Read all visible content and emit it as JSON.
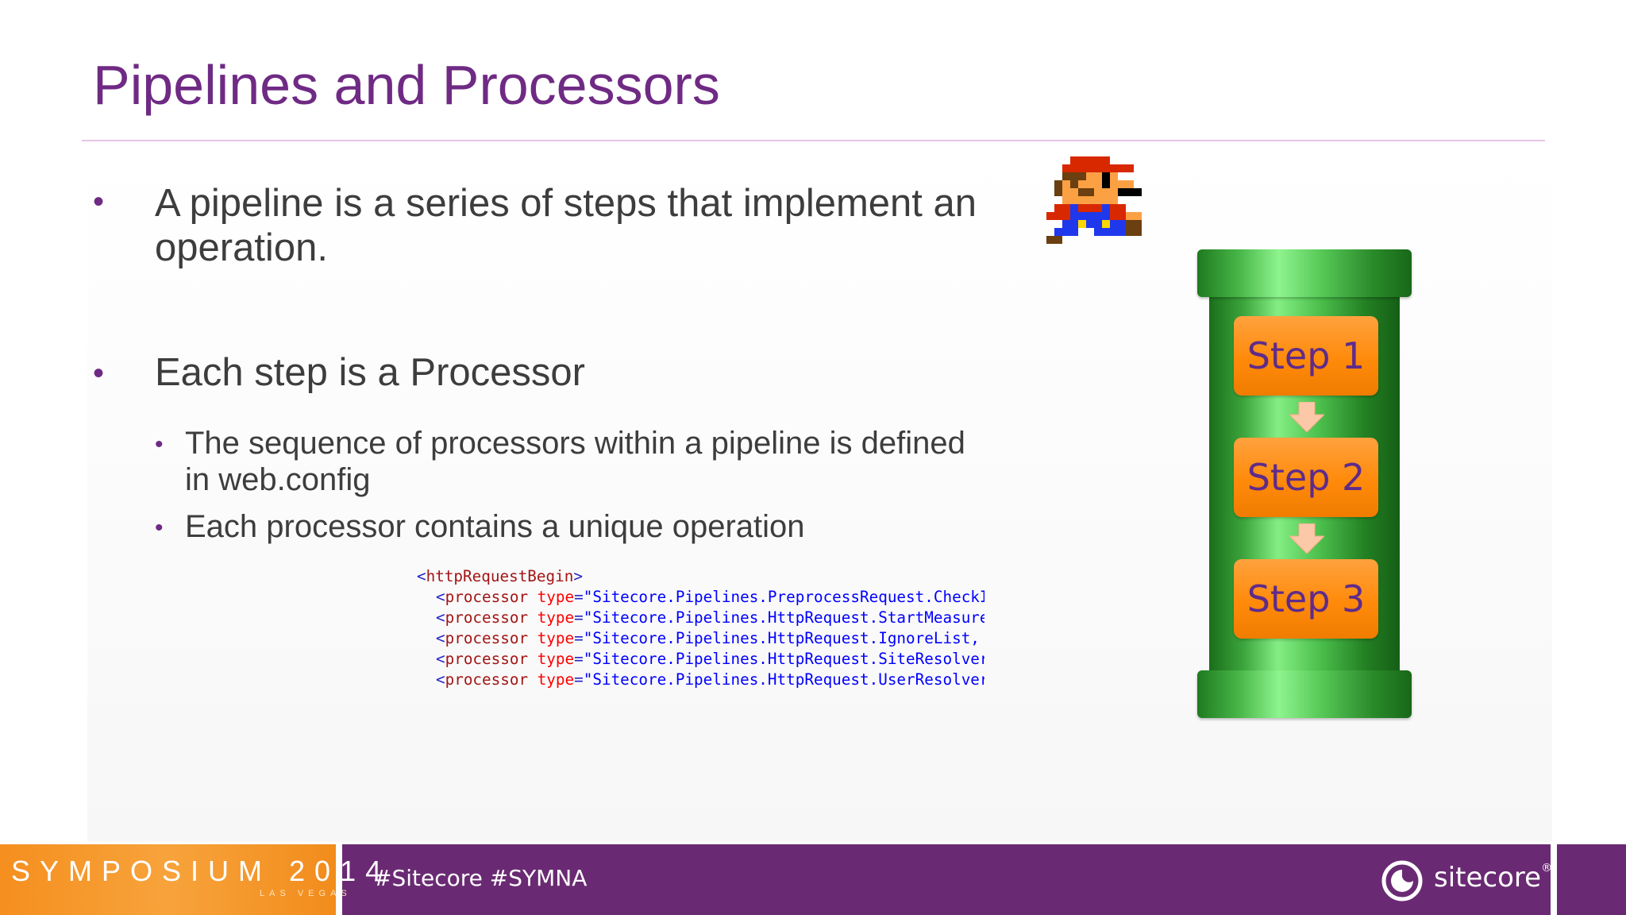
{
  "slide": {
    "title": "Pipelines and Processors",
    "bullets": [
      {
        "lines": [
          "A pipeline is a series of steps that implement an",
          "operation."
        ]
      },
      {
        "lines": [
          "Each step is a Processor"
        ]
      }
    ],
    "sub_bullets": [
      {
        "lines": [
          "The sequence of processors within a pipeline is defined",
          "in web.config"
        ]
      },
      {
        "lines": [
          "Each processor contains a unique operation"
        ]
      }
    ],
    "bullet_glyph": "•",
    "code": {
      "open_tag": "httpRequestBegin",
      "element": "processor",
      "attribute": "type",
      "values": [
        "\"Sitecore.Pipelines.PreprocessRequest.CheckIgnoreFlag",
        "\"Sitecore.Pipelines.HttpRequest.StartMeasurements",
        "\"Sitecore.Pipelines.HttpRequest.IgnoreList, Sitecore.Kernel",
        "\"Sitecore.Pipelines.HttpRequest.SiteResolver,",
        "\"Sitecore.Pipelines.HttpRequest.UserResolver,"
      ]
    },
    "diagram": {
      "steps": [
        "Step 1",
        "Step 2",
        "Step 3"
      ],
      "pipe_color": "#3cb043",
      "step_color": "#ff8c00",
      "step_text_color": "#5f2b8a"
    }
  },
  "footer": {
    "event": "SYMPOSIUM 2014",
    "location": "LAS VEGAS",
    "hashtags": "#Sitecore  #SYMNA",
    "brand": "sitecore",
    "brand_mark": "®",
    "bar_color": "#6a2a73",
    "event_color": "#f7a33b"
  },
  "colors": {
    "title": "#6f2a84",
    "body_text": "#3d3d3d"
  }
}
